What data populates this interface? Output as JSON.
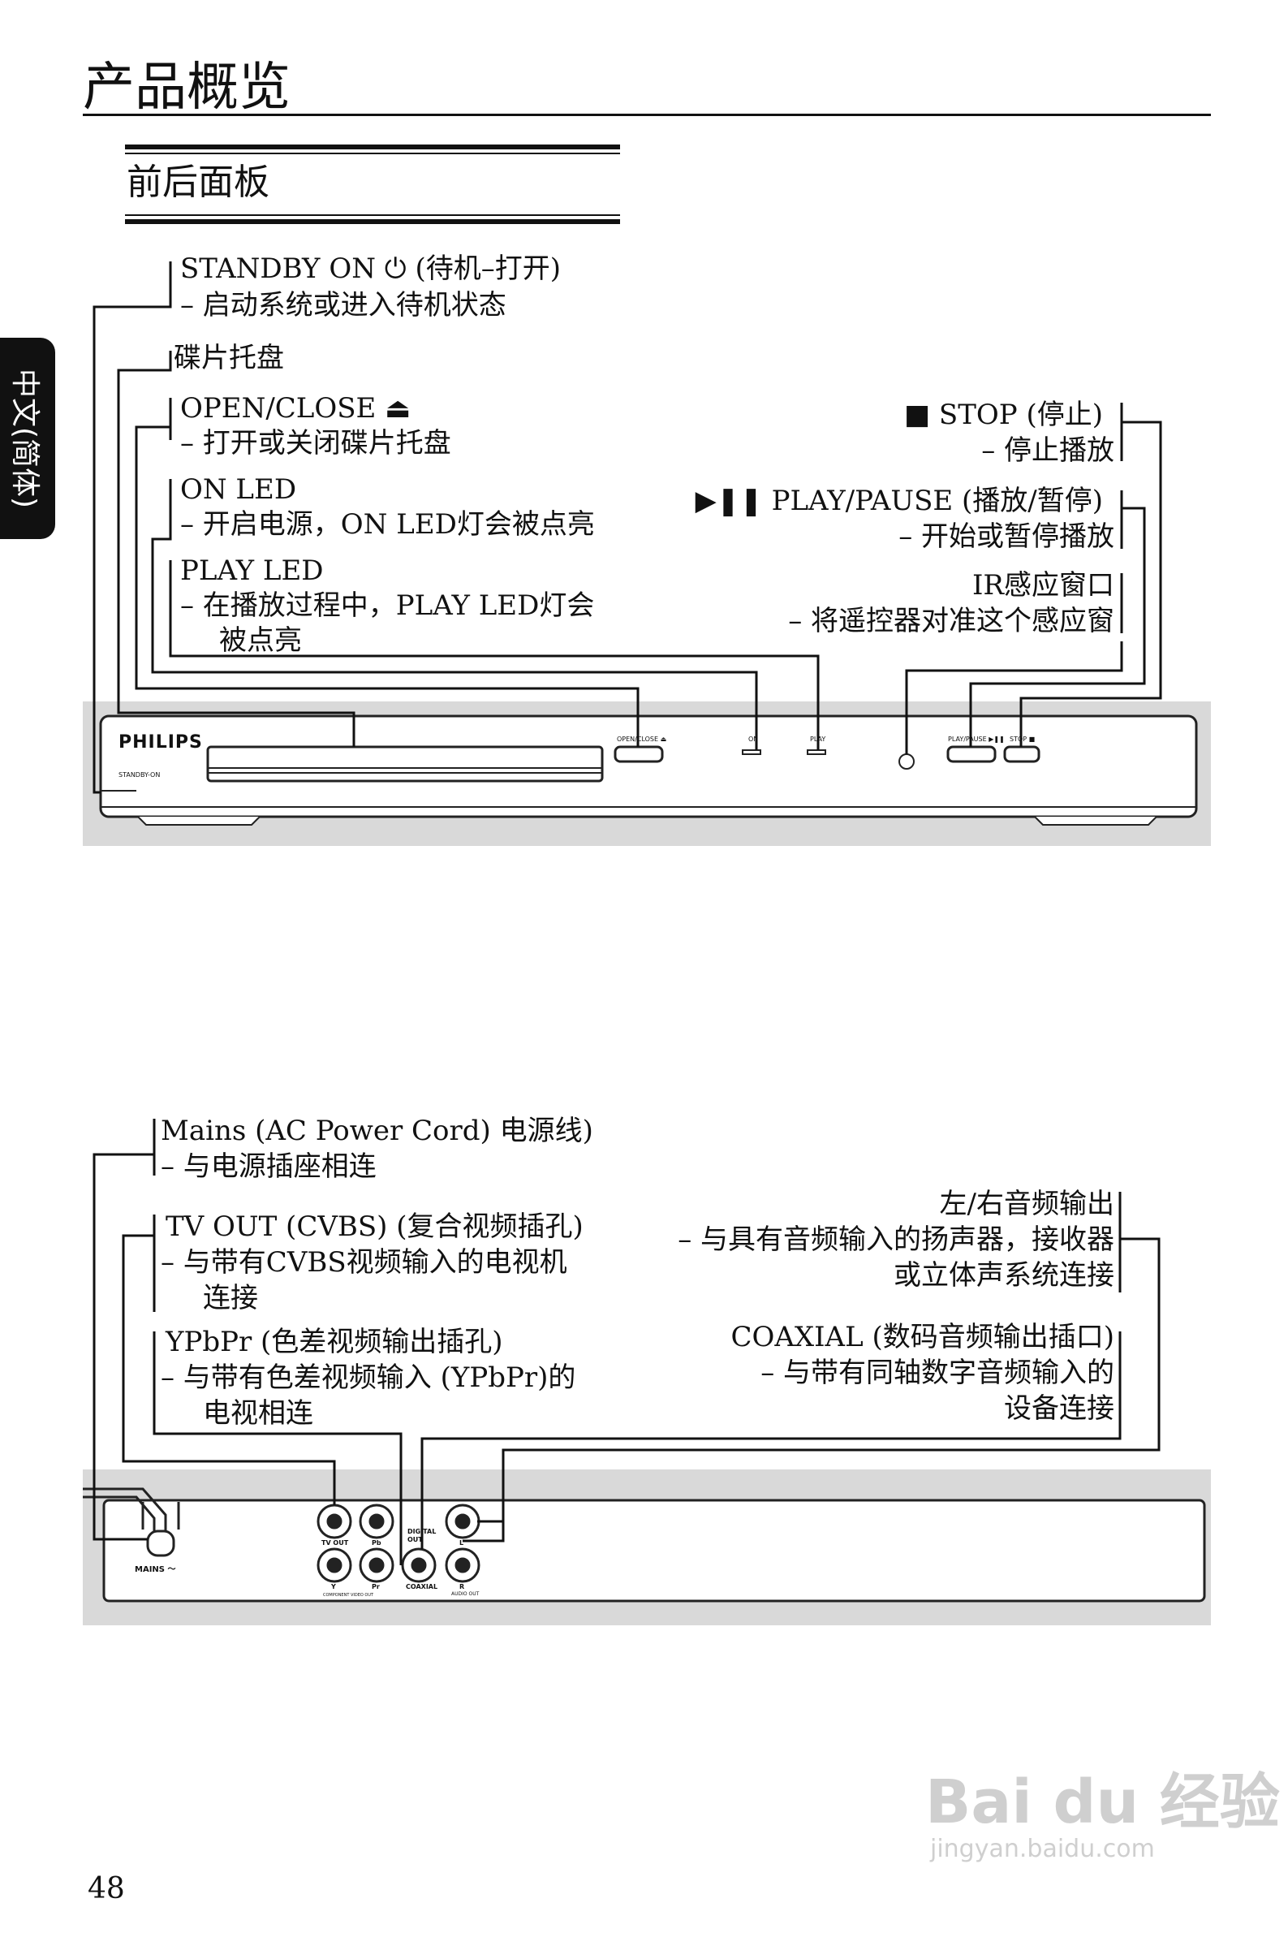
{
  "header": {
    "title": "产品概览",
    "section": "前后面板"
  },
  "side_tab": "中文(简体)",
  "front": {
    "left_callouts": [
      {
        "title": "STANDBY ON ⏻ (待机–打开)",
        "desc": "–   启动系统或进入待机状态"
      },
      {
        "title": "碟片托盘",
        "desc": ""
      },
      {
        "title": "OPEN/CLOSE ⏏",
        "desc": "–   打开或关闭碟片托盘"
      },
      {
        "title": "ON LED",
        "desc": "–   开启电源，ON LED灯会被点亮"
      },
      {
        "title": "PLAY LED",
        "desc": "–   在播放过程中，PLAY LED灯会",
        "desc2": "被点亮"
      }
    ],
    "right_callouts": [
      {
        "title": "■  STOP (停止)",
        "desc": "– 停止播放"
      },
      {
        "title": "▶❚❚ PLAY/PAUSE (播放/暂停)",
        "desc": "– 开始或暂停播放"
      },
      {
        "title": "IR感应窗口",
        "desc": "– 将遥控器对准这个感应窗"
      }
    ],
    "device": {
      "brand": "PHILIPS",
      "standby": "STANDBY-ON",
      "open_close": "OPEN/CLOSE ⏏",
      "on": "ON",
      "play": "PLAY",
      "play_pause": "PLAY/PAUSE ▶❚❚",
      "stop": "STOP ■"
    }
  },
  "rear": {
    "left_callouts": [
      {
        "title": "Mains (AC Power Cord) 电源线)",
        "desc": "–   与电源插座相连"
      },
      {
        "title": "TV OUT (CVBS) (复合视频插孔)",
        "desc": "–   与带有CVBS视频输入的电视机",
        "desc2": "连接"
      },
      {
        "title": "YPbPr (色差视频输出插孔)",
        "desc": "–   与带有色差视频输入 (YPbPr)的",
        "desc2": "电视相连"
      }
    ],
    "right_callouts": [
      {
        "title": "左/右音频输出",
        "desc": "– 与具有音频输入的扬声器，接收器",
        "desc2": "或立体声系统连接"
      },
      {
        "title": "COAXIAL (数码音频输出插口)",
        "desc": "– 与带有同轴数字音频输入的",
        "desc2": "设备连接"
      }
    ],
    "device": {
      "mains": "MAINS ～",
      "tv_out": "TV OUT",
      "pb": "Pb",
      "pr": "Pr",
      "y": "Y",
      "component": "COMPONENT VIDEO OUT",
      "digital": "DIGITAL",
      "out": "OUT",
      "coaxial": "COAXIAL",
      "l": "L",
      "r": "R",
      "audio_out": "AUDIO OUT"
    }
  },
  "page_number": "48",
  "watermark": {
    "logo": "Bai du 经验",
    "url": "jingyan.baidu.com"
  }
}
